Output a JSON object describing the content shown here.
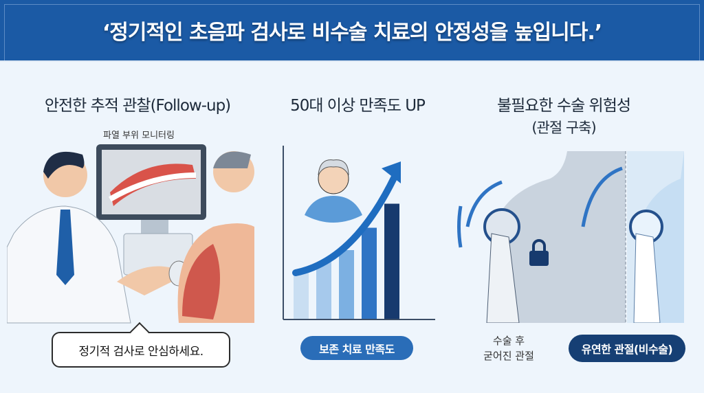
{
  "header": {
    "title": "‘정기적인 초음파 검사로 비수술 치료의 안정성을 높입니다.’"
  },
  "panels": [
    {
      "title": "안전한 추적 관찰(Follow-up)",
      "monitor_label": "파열 부위 모니터링",
      "bubble": "정기적 검사로 안심하세요."
    },
    {
      "title": "50대 이상 만족도 UP",
      "pill": "보존 치료 만족도",
      "bar_levels": [
        0.27,
        0.33,
        0.4,
        0.53,
        0.67
      ],
      "bar_colors": [
        "#c9def2",
        "#a6c9ec",
        "#7cb0e2",
        "#2f74c4",
        "#173a6e"
      ]
    },
    {
      "title_line1": "불필요한 수술 위험성",
      "title_line2": "(관절 구축)",
      "caption_line1": "수술 후",
      "caption_line2": "굳어진 관절",
      "pill": "유연한 관절(비수술)"
    }
  ],
  "colors": {
    "header": "#1b5aa5",
    "pill_blue": "#2a6db8",
    "pill_navy": "#163f74"
  }
}
